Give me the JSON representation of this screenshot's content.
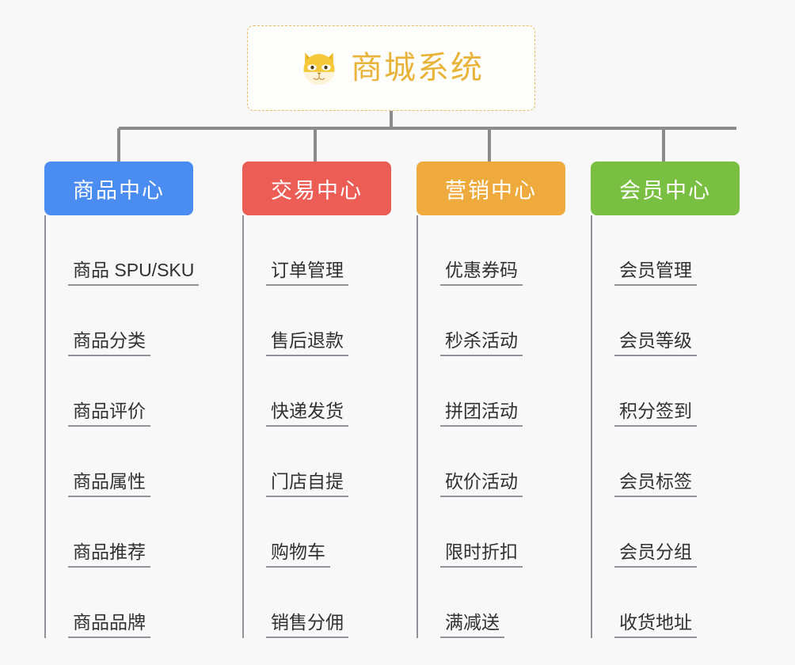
{
  "root": {
    "icon": "shiba-dog-face-icon",
    "title": "商城系统",
    "title_color": "#e8b339",
    "border_color": "#e6bb62"
  },
  "connector_color": "#8c8c8c",
  "background_color": "#f8f8f8",
  "branches": [
    {
      "label": "商品中心",
      "color": "#4a8cf0",
      "items": [
        "商品 SPU/SKU",
        "商品分类",
        "商品评价",
        "商品属性",
        "商品推荐",
        "商品品牌"
      ]
    },
    {
      "label": "交易中心",
      "color": "#ec5d56",
      "items": [
        "订单管理",
        "售后退款",
        "快递发货",
        "门店自提",
        "购物车",
        "销售分佣"
      ]
    },
    {
      "label": "营销中心",
      "color": "#eeaa3c",
      "items": [
        "优惠券码",
        "秒杀活动",
        "拼团活动",
        "砍价活动",
        "限时折扣",
        "满减送"
      ]
    },
    {
      "label": "会员中心",
      "color": "#79bf42",
      "items": [
        "会员管理",
        "会员等级",
        "积分签到",
        "会员标签",
        "会员分组",
        "收货地址"
      ]
    }
  ]
}
